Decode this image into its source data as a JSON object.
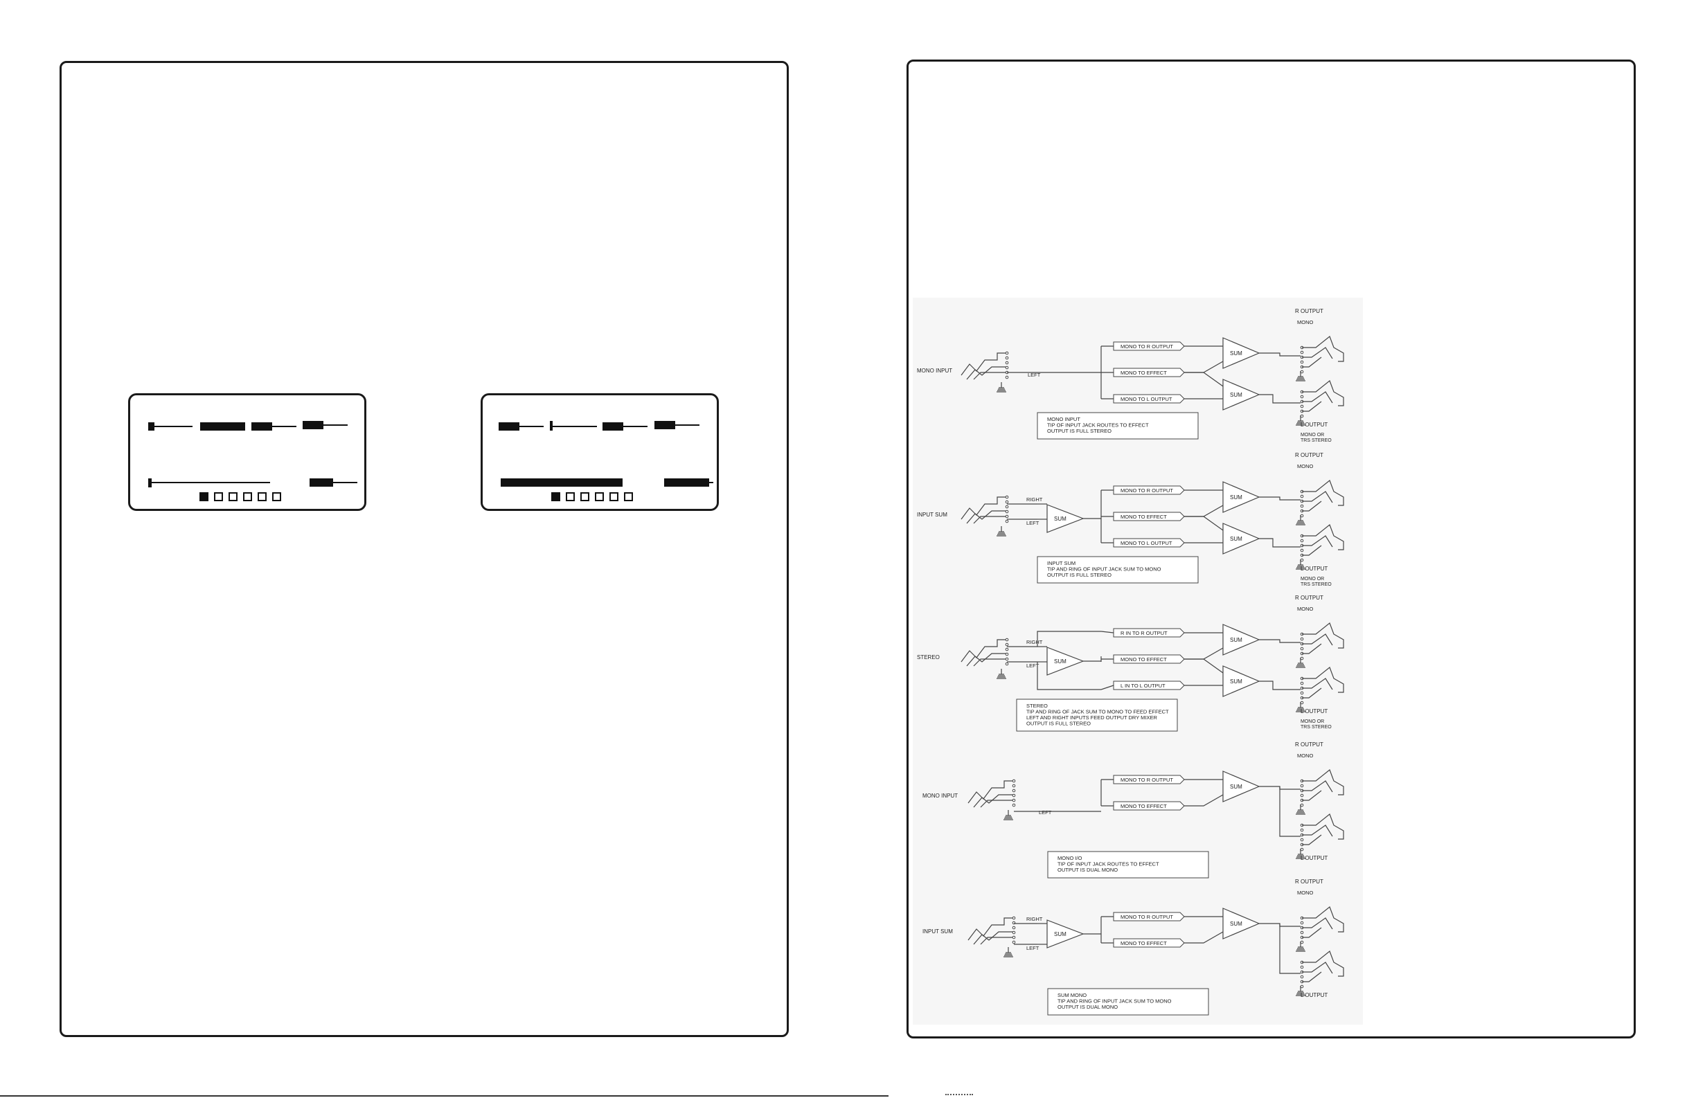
{
  "lcd_displays": [
    {
      "segment_groups": 6,
      "selected_index": 0
    },
    {
      "segment_groups": 6,
      "selected_index": 0
    }
  ],
  "diagrams": [
    {
      "side_label": "MONO INPUT",
      "inputs": [
        "LEFT"
      ],
      "has_input_sum": false,
      "paths": [
        "MONO TO R OUTPUT",
        "MONO TO EFFECT",
        "MONO TO L OUTPUT"
      ],
      "sum_label": "SUM",
      "outputs": {
        "top": "R OUTPUT",
        "top_sub": "MONO",
        "bottom": "L OUTPUT",
        "bottom_sub": [
          "MONO OR",
          "TRS STEREO"
        ]
      },
      "note": [
        "MONO INPUT",
        "TIP OF INPUT JACK ROUTES TO EFFECT",
        "OUTPUT IS FULL STEREO"
      ]
    },
    {
      "side_label": "INPUT SUM",
      "inputs": [
        "RIGHT",
        "LEFT"
      ],
      "has_input_sum": true,
      "paths": [
        "MONO TO R OUTPUT",
        "MONO TO EFFECT",
        "MONO TO L OUTPUT"
      ],
      "sum_label": "SUM",
      "outputs": {
        "top": "R OUTPUT",
        "top_sub": "MONO",
        "bottom": "L OUTPUT",
        "bottom_sub": [
          "MONO OR",
          "TRS STEREO"
        ]
      },
      "note": [
        "INPUT SUM",
        "TIP AND RING OF INPUT JACK SUM TO MONO",
        "OUTPUT IS FULL STEREO"
      ]
    },
    {
      "side_label": "STEREO",
      "inputs": [
        "RIGHT",
        "LEFT"
      ],
      "has_input_sum": true,
      "paths": [
        "R IN TO R OUTPUT",
        "MONO TO EFFECT",
        "L IN TO L OUTPUT"
      ],
      "sum_label": "SUM",
      "outputs": {
        "top": "R OUTPUT",
        "top_sub": "MONO",
        "bottom": "L OUTPUT",
        "bottom_sub": [
          "MONO OR",
          "TRS STEREO"
        ]
      },
      "note": [
        "STEREO",
        "TIP AND RING OF JACK SUM TO MONO TO FEED EFFECT",
        "LEFT AND RIGHT INPUTS FEED OUTPUT DRY MIXER",
        "OUTPUT IS FULL STEREO"
      ]
    },
    {
      "side_label": "MONO INPUT",
      "inputs": [
        "LEFT"
      ],
      "has_input_sum": false,
      "paths": [
        "MONO TO R OUTPUT",
        "MONO TO EFFECT"
      ],
      "sum_label": "SUM",
      "outputs": {
        "top": "R OUTPUT",
        "top_sub": "MONO",
        "bottom": "L OUTPUT",
        "bottom_sub": []
      },
      "note": [
        "MONO I/O",
        "TIP OF INPUT JACK ROUTES TO EFFECT",
        "OUTPUT IS DUAL MONO"
      ]
    },
    {
      "side_label": "INPUT SUM",
      "inputs": [
        "RIGHT",
        "LEFT"
      ],
      "has_input_sum": true,
      "paths": [
        "MONO TO R OUTPUT",
        "MONO TO EFFECT"
      ],
      "sum_label": "SUM",
      "outputs": {
        "top": "R OUTPUT",
        "top_sub": "MONO",
        "bottom": "L OUTPUT",
        "bottom_sub": []
      },
      "note": [
        "SUM MONO",
        "TIP AND RING OF INPUT JACK SUM TO MONO",
        "OUTPUT IS DUAL MONO"
      ]
    }
  ]
}
